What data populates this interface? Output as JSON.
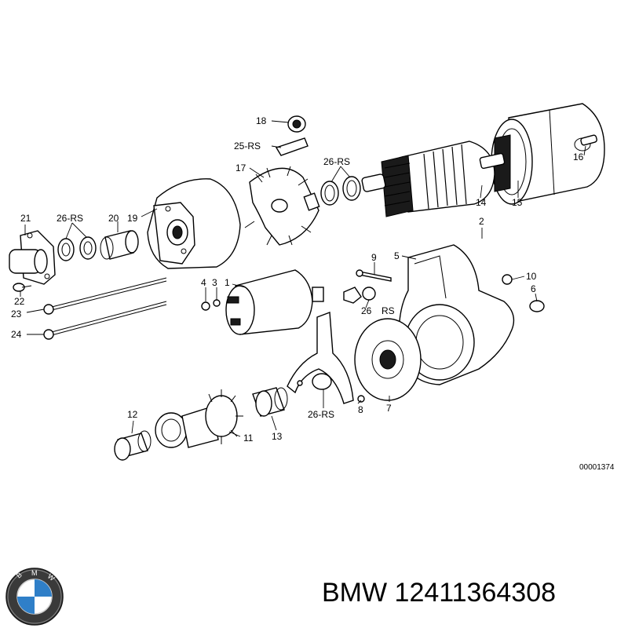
{
  "diagram": {
    "callouts": {
      "c1": "1",
      "c2": "2",
      "c3": "3",
      "c4": "4",
      "c5": "5",
      "c6": "6",
      "c7": "7",
      "c8": "8",
      "c9": "9",
      "c10": "10",
      "c11": "11",
      "c12": "12",
      "c13": "13",
      "c14": "14",
      "c15": "15",
      "c16": "16",
      "c17": "17",
      "c18": "18",
      "c19": "19",
      "c20": "20",
      "c21": "21",
      "c22": "22",
      "c23": "23",
      "c24": "24",
      "c25": "25-RS",
      "c26a": "26-RS",
      "c26b": "26-RS",
      "c26c": "26",
      "c26c_rs": "RS",
      "c26d": "26-RS"
    },
    "figure_id": "00001374"
  },
  "brand": {
    "logo_letters": "BMW",
    "caption": "BMW 12411364308"
  }
}
